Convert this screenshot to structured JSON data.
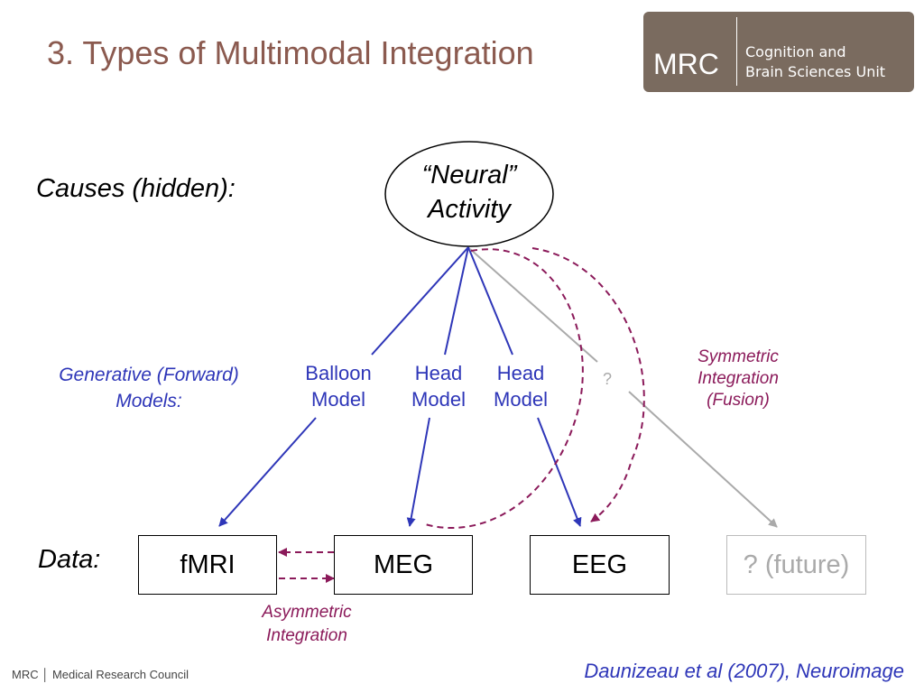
{
  "title": "3. Types of Multimodal Integration",
  "logo": {
    "mark": "MRC",
    "unit_line1": "Cognition and",
    "unit_line2": "Brain Sciences Unit"
  },
  "labels": {
    "causes": "Causes (hidden):",
    "generative_line1": "Generative (Forward)",
    "generative_line2": "Models:",
    "data": "Data:"
  },
  "node": {
    "line1": "“Neural”",
    "line2": "Activity"
  },
  "models": [
    {
      "line1": "Balloon",
      "line2": "Model"
    },
    {
      "line1": "Head",
      "line2": "Model"
    },
    {
      "line1": "Head",
      "line2": "Model"
    }
  ],
  "unknown_model": "?",
  "data_boxes": [
    "fMRI",
    "MEG",
    "EEG",
    "? (future)"
  ],
  "integration": {
    "symmetric_line1": "Symmetric",
    "symmetric_line2": "Integration",
    "symmetric_line3": "(Fusion)",
    "asymmetric_line1": "Asymmetric",
    "asymmetric_line2": "Integration"
  },
  "colors": {
    "title": "#8B5A4F",
    "model": "#2E36B8",
    "integration": "#8B1A5A",
    "logo_bg": "#7A6B5F",
    "future": "#AAAAAA"
  },
  "footer": {
    "org": "MRC │ Medical Research Council",
    "reference": "Daunizeau et al (2007), Neuroimage"
  }
}
